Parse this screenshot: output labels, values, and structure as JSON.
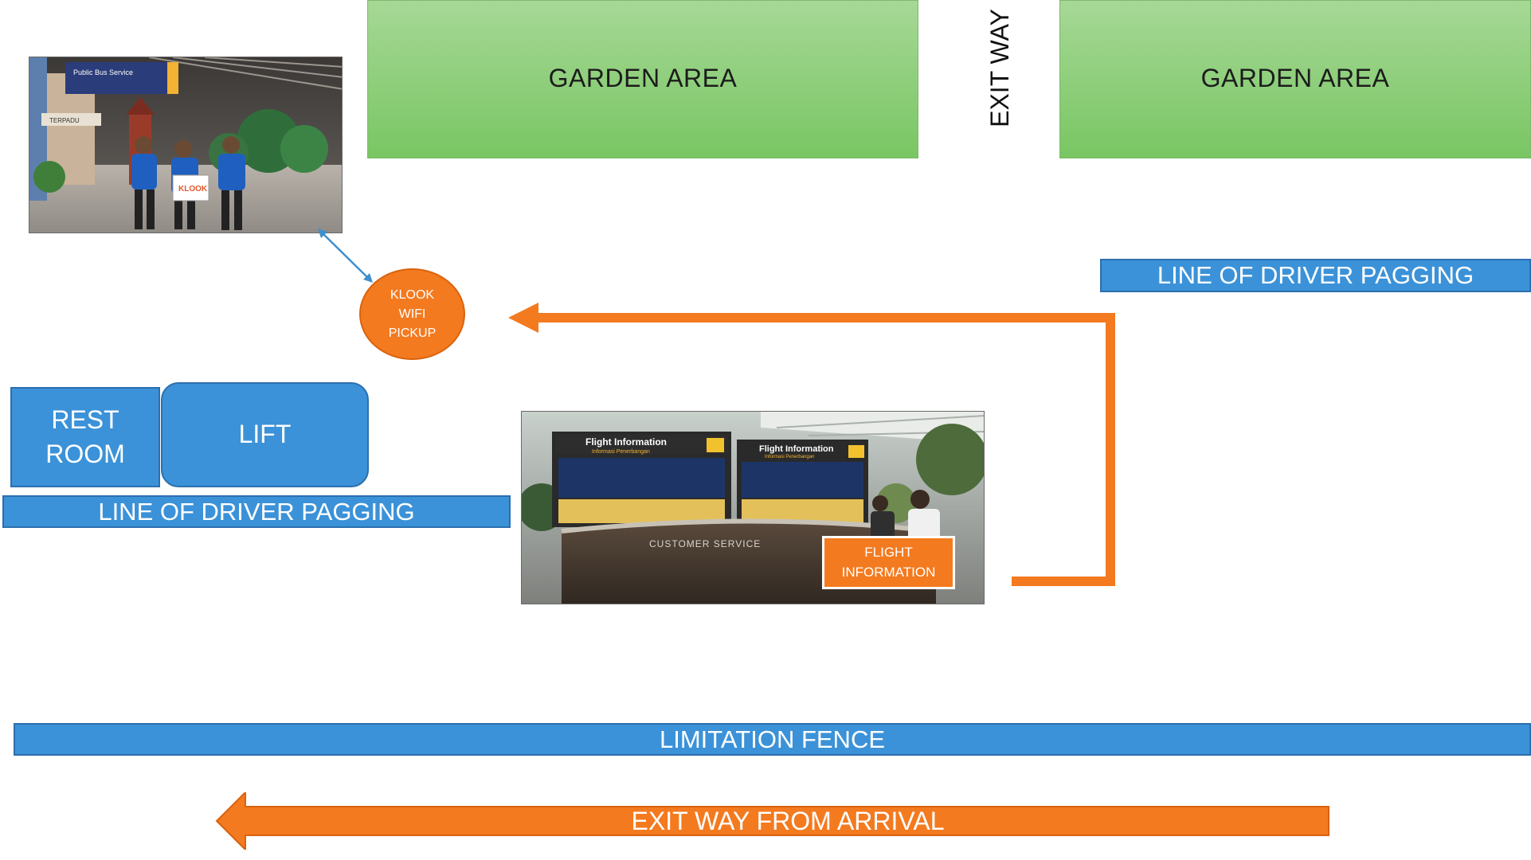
{
  "areas": {
    "garden_left": "GARDEN AREA",
    "garden_right": "GARDEN AREA",
    "exit_way": "EXIT WAY"
  },
  "driver_paging": {
    "right": "LINE OF DRIVER PAGGING",
    "left": "LINE OF DRIVER PAGGING"
  },
  "pickup": {
    "line1": "KLOOK",
    "line2": "WIFI",
    "line3": "PICKUP"
  },
  "rooms": {
    "rest_room_line1": "REST",
    "rest_room_line2": "ROOM",
    "lift": "LIFT"
  },
  "photos": {
    "staff_photo": {
      "sign_text": "Public Bus Service",
      "terpadu_text": "TERPADU",
      "klook_sign": "KLOOK"
    },
    "counter_photo": {
      "board_left": "Flight Information",
      "board_left_sub": "Informasi Penerbangan",
      "board_right": "Flight Information",
      "board_right_sub": "Informasi Penerbangan",
      "counter_text": "CUSTOMER SERVICE"
    }
  },
  "flight_info": {
    "line1": "FLIGHT",
    "line2": "INFORMATION"
  },
  "limitation_fence": "LIMITATION FENCE",
  "exit_arrival": "EXIT WAY FROM ARRIVAL",
  "colors": {
    "garden": "#8fd07a",
    "blue": "#3b92d8",
    "orange": "#f47a1f"
  }
}
